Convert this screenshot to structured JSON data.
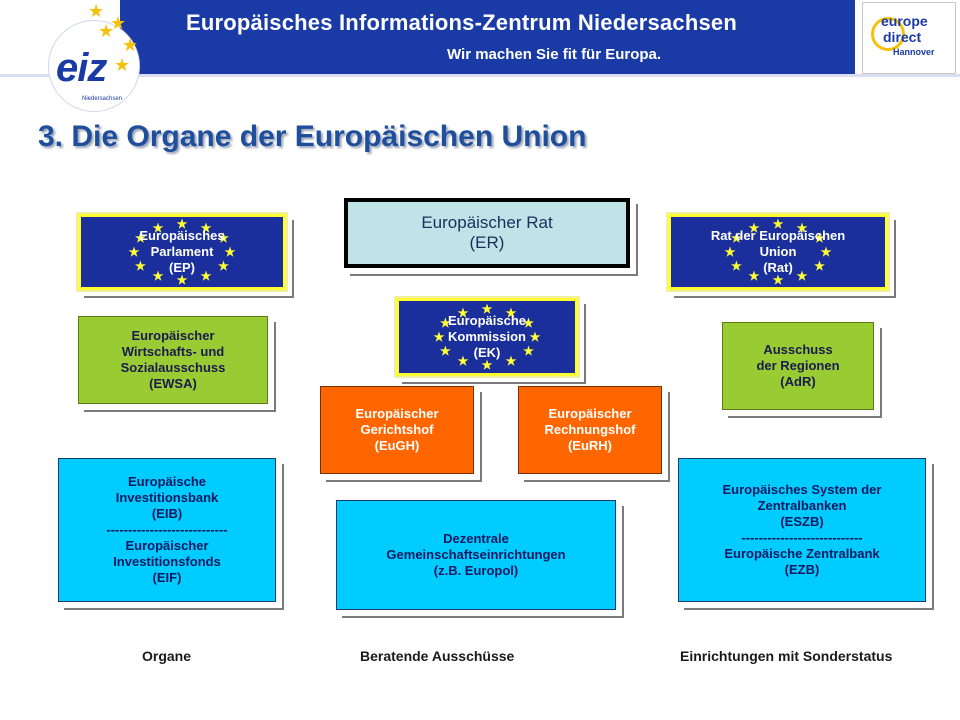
{
  "header": {
    "title": "Europäisches Informations-Zentrum Niedersachsen",
    "subtitle": "Wir machen Sie fit für Europa.",
    "logo_left_text": "eiz",
    "logo_left_sub": "Niedersachsen",
    "logo_right_line1": "europe",
    "logo_right_line2": "direct",
    "logo_right_line3": "Hannover"
  },
  "slide": {
    "title": "3. Die Organe der Europäischen Union"
  },
  "boxes": {
    "er": {
      "line1": "Europäischer Rat",
      "line2": "(ER)"
    },
    "ep": {
      "line1": "Europäisches",
      "line2": "Parlament",
      "line3": "(EP)"
    },
    "rat": {
      "line1": "Rat der Europäischen",
      "line2": "Union",
      "line3": "(Rat)"
    },
    "ek": {
      "line1": "Europäische",
      "line2": "Kommission",
      "line3": "(EK)"
    },
    "ewsa": {
      "line1": "Europäischer",
      "line2": "Wirtschafts- und",
      "line3": "Sozialausschuss",
      "line4": "(EWSA)"
    },
    "adr": {
      "line1": "Ausschuss",
      "line2": "der Regionen",
      "line3": "(AdR)"
    },
    "eugh": {
      "line1": "Europäischer",
      "line2": "Gerichtshof",
      "line3": "(EuGH)"
    },
    "eurh": {
      "line1": "Europäischer",
      "line2": "Rechnungshof",
      "line3": "(EuRH)"
    },
    "eib": {
      "line1": "Europäische",
      "line2": "Investitionsbank",
      "line3": "(EIB)",
      "divider": "----------------------------",
      "line4": "Europäischer",
      "line5": "Investitionsfonds",
      "line6": "(EIF)"
    },
    "dezentral": {
      "line1": "Dezentrale",
      "line2": "Gemeinschaftseinrichtungen",
      "line3": "(z.B. Europol)"
    },
    "eszb": {
      "line1": "Europäisches System der",
      "line2": "Zentralbanken",
      "line3": "(ESZB)",
      "divider": "----------------------------",
      "line4": "Europäische Zentralbank",
      "line5": "(EZB)"
    }
  },
  "footer": {
    "organe": "Organe",
    "beratende": "Beratende Ausschüsse",
    "einrichtungen": "Einrichtungen mit Sonderstatus"
  },
  "colors": {
    "eu_blue": "#1a2f9c",
    "eu_yellow": "#ffff33",
    "green": "#99cc33",
    "orange": "#ff6600",
    "cyan": "#00ccff",
    "council_teal": "#bfe3e6",
    "title_blue": "#1f4e9c"
  },
  "icons": [
    "eu-star-icon",
    "eiz-logo",
    "europe-direct-logo"
  ]
}
